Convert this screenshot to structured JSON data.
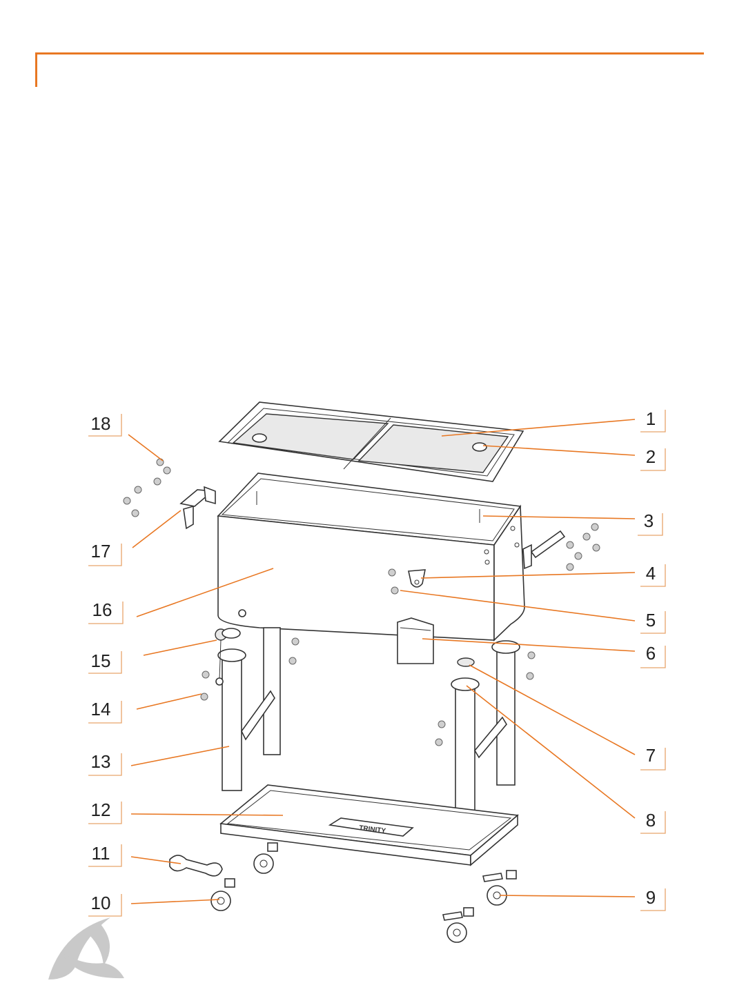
{
  "callouts": [
    {
      "id": "1",
      "label": "1"
    },
    {
      "id": "2",
      "label": "2"
    },
    {
      "id": "3",
      "label": "3"
    },
    {
      "id": "4",
      "label": "4"
    },
    {
      "id": "5",
      "label": "5"
    },
    {
      "id": "6",
      "label": "6"
    },
    {
      "id": "7",
      "label": "7"
    },
    {
      "id": "8",
      "label": "8"
    },
    {
      "id": "9",
      "label": "9"
    },
    {
      "id": "10",
      "label": "10"
    },
    {
      "id": "11",
      "label": "11"
    },
    {
      "id": "12",
      "label": "12"
    },
    {
      "id": "13",
      "label": "13"
    },
    {
      "id": "14",
      "label": "14"
    },
    {
      "id": "15",
      "label": "15"
    },
    {
      "id": "16",
      "label": "16"
    },
    {
      "id": "17",
      "label": "17"
    },
    {
      "id": "18",
      "label": "18"
    }
  ],
  "tray_brand": "TRINITY",
  "colors": {
    "accent": "#e87722",
    "line": "#333333"
  },
  "icons": {
    "footer_logo": "trinity-swirl-logo"
  }
}
